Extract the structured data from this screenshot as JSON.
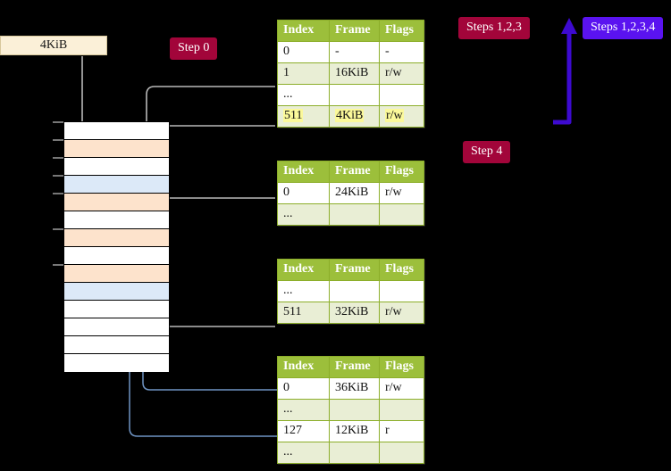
{
  "labels": {
    "size_box": "4KiB",
    "step0": "Step 0",
    "step4": "Step 4",
    "steps123": "Steps 1,2,3",
    "steps1234": "Steps 1,2,3,4"
  },
  "colors": {
    "badge_red": "#a2053a",
    "badge_blue": "#5a13f0",
    "table_header": "#9cbf3b",
    "table_border": "#8cae2a",
    "table_row_alt": "#e9eed5",
    "highlight": "#fbf99a",
    "mem_peach": "#fde3cc",
    "mem_blue": "#dce9f8",
    "size_box_bg": "#fbf0d8",
    "wire_gray": "#b9b9b9",
    "wire_blue": "#6f94c4",
    "background": "#000000"
  },
  "columns": [
    "Index",
    "Frame",
    "Flags"
  ],
  "tables": [
    {
      "id": "pml4",
      "rows": [
        {
          "index": "0",
          "frame": "-",
          "flags": "-",
          "style": "plain",
          "highlight": false
        },
        {
          "index": "1",
          "frame": "16KiB",
          "flags": "r/w",
          "style": "alt",
          "highlight": false
        },
        {
          "index": "...",
          "frame": "",
          "flags": "",
          "style": "plain",
          "highlight": false
        },
        {
          "index": "511",
          "frame": "4KiB",
          "flags": "r/w",
          "style": "alt",
          "highlight": true
        }
      ]
    },
    {
      "id": "pdpt",
      "rows": [
        {
          "index": "0",
          "frame": "24KiB",
          "flags": "r/w",
          "style": "plain",
          "highlight": false
        },
        {
          "index": "...",
          "frame": "",
          "flags": "",
          "style": "alt",
          "highlight": false
        }
      ]
    },
    {
      "id": "pd",
      "rows": [
        {
          "index": "...",
          "frame": "",
          "flags": "",
          "style": "plain",
          "highlight": false
        },
        {
          "index": "511",
          "frame": "32KiB",
          "flags": "r/w",
          "style": "alt",
          "highlight": false
        }
      ]
    },
    {
      "id": "pt",
      "rows": [
        {
          "index": "0",
          "frame": "36KiB",
          "flags": "r/w",
          "style": "plain",
          "highlight": false
        },
        {
          "index": "...",
          "frame": "",
          "flags": "",
          "style": "alt",
          "highlight": false
        },
        {
          "index": "127",
          "frame": "12KiB",
          "flags": "r",
          "style": "plain",
          "highlight": false
        },
        {
          "index": "...",
          "frame": "",
          "flags": "",
          "style": "alt",
          "highlight": false
        }
      ]
    }
  ],
  "memory_rows": [
    {
      "fill": "white"
    },
    {
      "fill": "peach"
    },
    {
      "fill": "white"
    },
    {
      "fill": "blue"
    },
    {
      "fill": "peach"
    },
    {
      "fill": "white"
    },
    {
      "fill": "peach"
    },
    {
      "fill": "white"
    },
    {
      "fill": "peach"
    },
    {
      "fill": "blue"
    },
    {
      "fill": "white"
    },
    {
      "fill": "white"
    },
    {
      "fill": "white"
    },
    {
      "fill": "white"
    }
  ]
}
